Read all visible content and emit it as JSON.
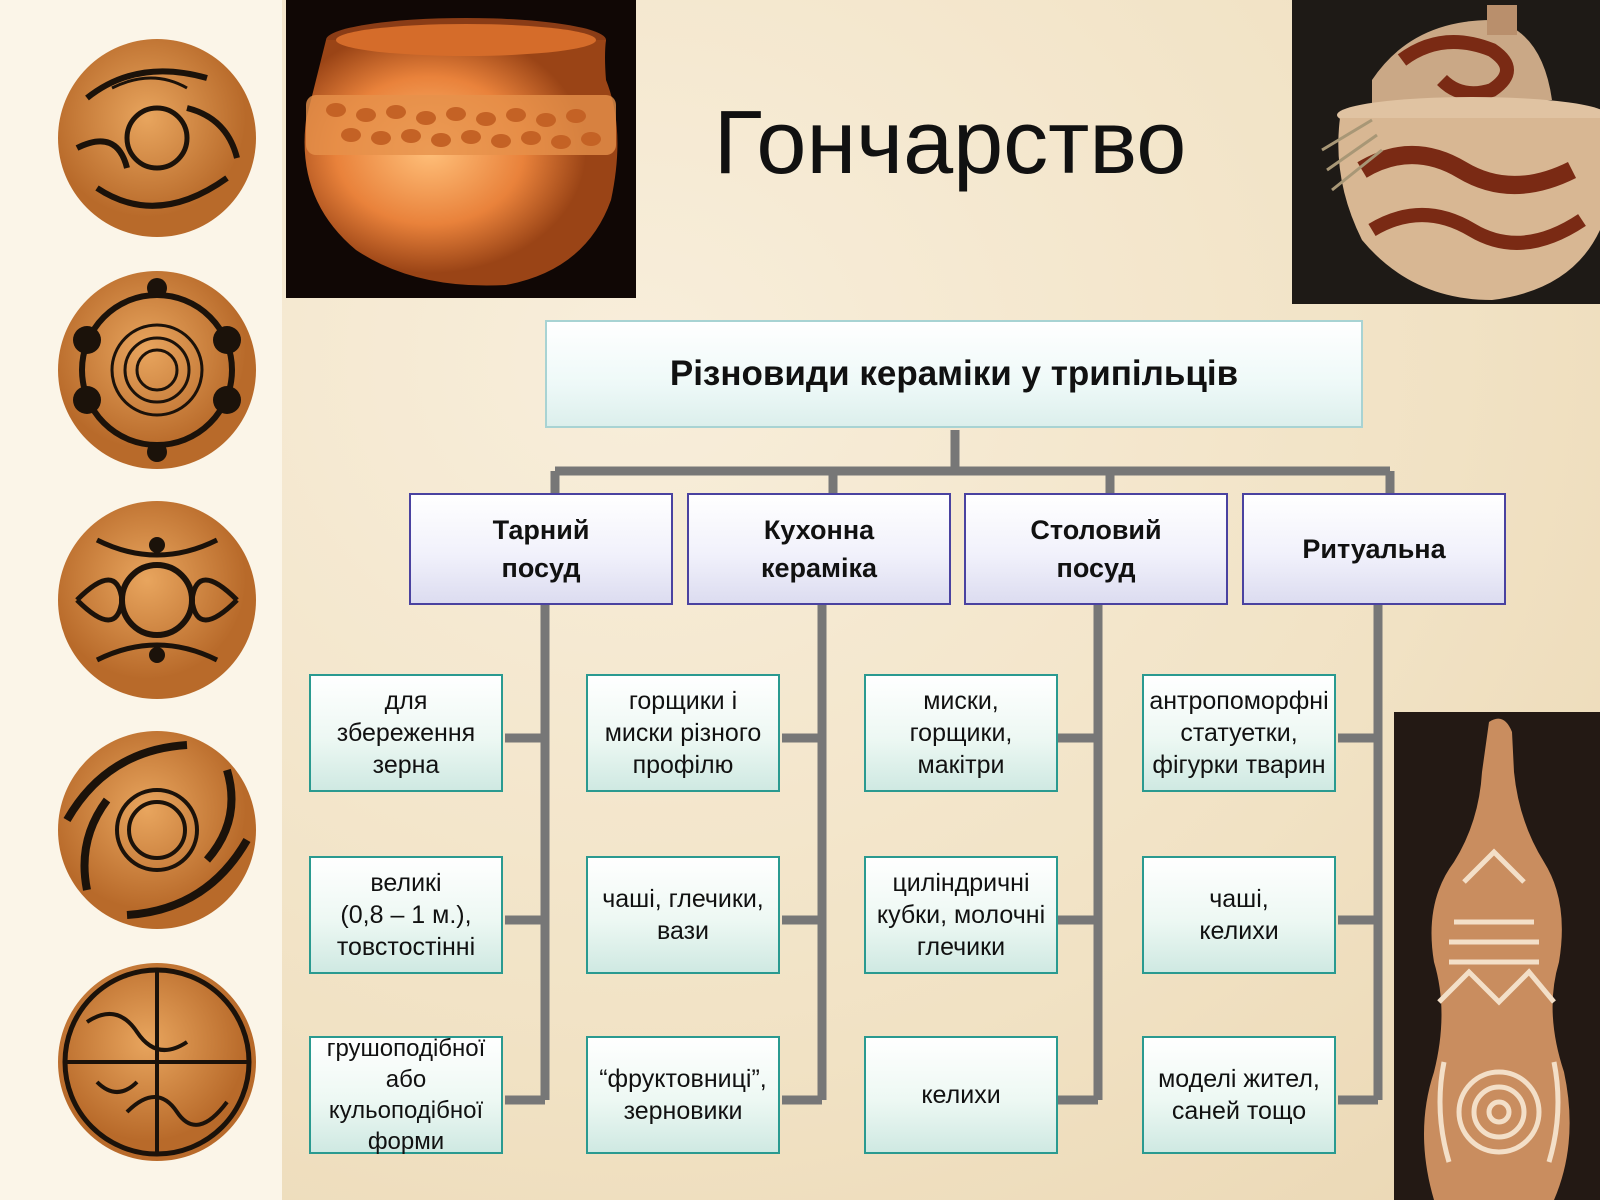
{
  "title": "Гончарство",
  "diagram": {
    "root": "Різновиди кераміки у трипільців",
    "categories": [
      {
        "label": "Тарний\nпосуд",
        "items": [
          "для\nзбереження\nзерна",
          "великі\n(0,8 – 1 м.),\nтовстостінні",
          "грушоподібної\nабо\nкульоподібної\nформи"
        ]
      },
      {
        "label": "Кухонна\nкераміка",
        "items": [
          "горщики і\nмиски різного\nпрофілю",
          "чаші, глечики,\nвази",
          "“фруктовниці”,\nзерновики"
        ]
      },
      {
        "label": "Столовий\nпосуд",
        "items": [
          "миски,\nгорщики,\nмакітри",
          "циліндричні\nкубки, молочні\nглечики",
          "келихи"
        ]
      },
      {
        "label": "Ритуальна",
        "items": [
          "антропоморфні\nстатуетки,\nфігурки тварин",
          "чаші,\nкелихи",
          "моделі жител,\nсаней тощо"
        ]
      }
    ]
  },
  "colors": {
    "connector": "#777777",
    "category_border": "#4a42a0",
    "leaf_border": "#2a9a90",
    "root_border": "#a8d3d3"
  },
  "images": {
    "top_left_photo": "pot-with-relief-band-photo",
    "top_right_photo": "painted-vessels-photo",
    "bottom_right_photo": "clay-figurine-photo",
    "left_discs": [
      "ornament-disc-1",
      "ornament-disc-2",
      "ornament-disc-3",
      "ornament-disc-4",
      "ornament-disc-5"
    ]
  }
}
